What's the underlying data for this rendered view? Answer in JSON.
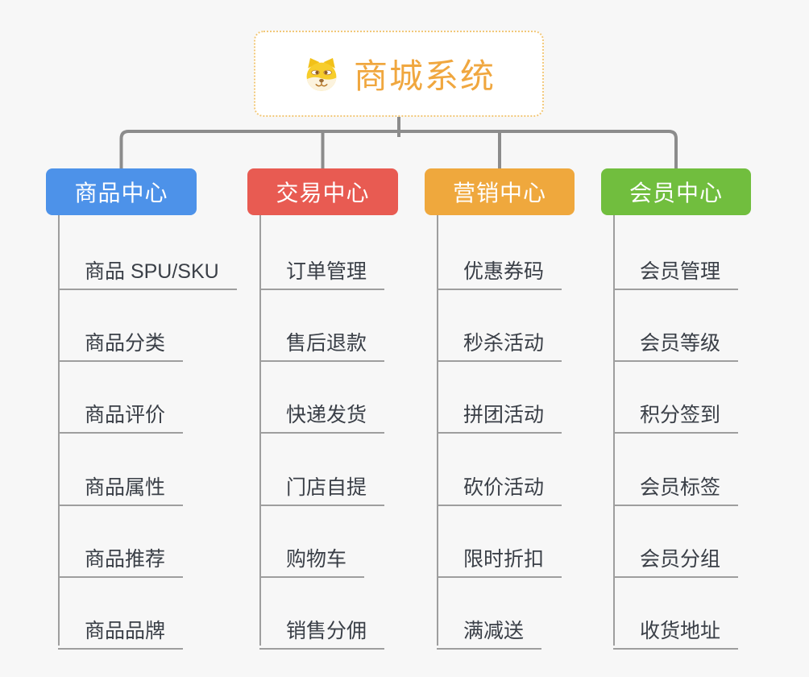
{
  "colors": {
    "background": "#F7F7F7",
    "connector": "#8C8C8C",
    "spine": "#9E9E9E",
    "leaf_text": "#3A3F47",
    "root_text": "#F0A73F",
    "root_border": "#F2C879"
  },
  "root": {
    "title": "商城系统",
    "icon": "dog-face-icon"
  },
  "branches": [
    {
      "label": "商品中心",
      "color": "#4D92E9",
      "children": [
        "商品 SPU/SKU",
        "商品分类",
        "商品评价",
        "商品属性",
        "商品推荐",
        "商品品牌"
      ]
    },
    {
      "label": "交易中心",
      "color": "#E85B52",
      "children": [
        "订单管理",
        "售后退款",
        "快递发货",
        "门店自提",
        "购物车",
        "销售分佣"
      ]
    },
    {
      "label": "营销中心",
      "color": "#EFA83D",
      "children": [
        "优惠券码",
        "秒杀活动",
        "拼团活动",
        "砍价活动",
        "限时折扣",
        "满减送"
      ]
    },
    {
      "label": "会员中心",
      "color": "#71BE3E",
      "children": [
        "会员管理",
        "会员等级",
        "积分签到",
        "会员标签",
        "会员分组",
        "收货地址"
      ]
    }
  ]
}
